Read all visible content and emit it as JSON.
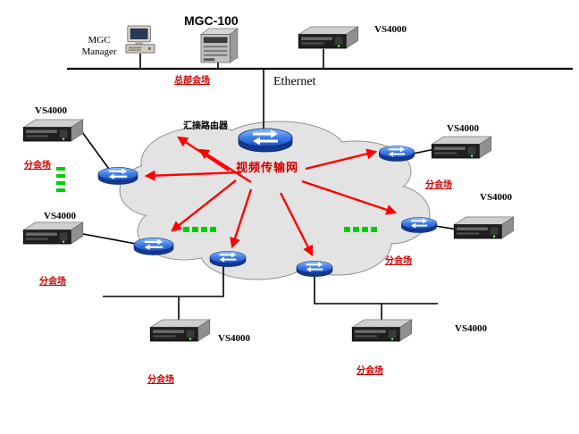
{
  "top": {
    "mgc_manager": {
      "line1": "MGC",
      "line2": "Manager"
    },
    "mgc100_title": "MGC-100",
    "vs4000_label": "VS4000",
    "hq_venue": "总部会场",
    "ethernet": "Ethernet"
  },
  "core": {
    "tandem_router_label": "汇接路由器",
    "cloud_label": "视频传输网"
  },
  "venues": {
    "left_top": {
      "device": "VS4000",
      "site": "分会场"
    },
    "left_mid": {
      "device": "VS4000",
      "site": "分会场"
    },
    "right_top": {
      "device": "VS4000",
      "site": "分会场"
    },
    "right_mid": {
      "device": "VS4000",
      "site": "分会场"
    },
    "bottom_left": {
      "device": "VS4000",
      "site": "分会场"
    },
    "bottom_right": {
      "device": "VS4000",
      "site": "分会场"
    }
  },
  "colors": {
    "venue_text_red": "#cc0000",
    "arrow_red": "#ff0000",
    "router_blue": "#2a62e0",
    "ellipsis_green": "#00cc00",
    "cloud_fill": "#e3e3e3",
    "line_black": "#000000"
  }
}
